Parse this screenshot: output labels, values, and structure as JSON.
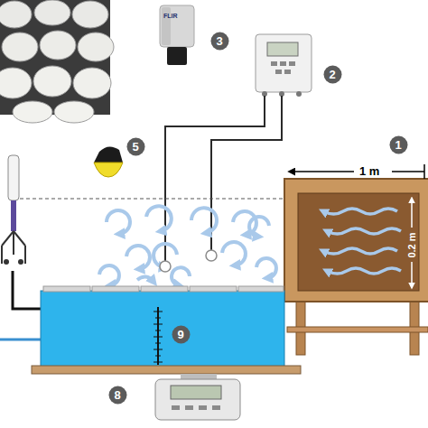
{
  "diagram": {
    "nodes": [
      {
        "text": [
          "3"
        ]
      },
      {
        "text": [
          "2"
        ]
      },
      {
        "text": [
          "1"
        ]
      },
      {
        "text": [
          "5"
        ]
      },
      {
        "text": [
          "9"
        ]
      },
      {
        "text": [
          "8"
        ]
      }
    ],
    "labels": [
      "FLIR",
      "1 m",
      "0.2 m"
    ]
  }
}
